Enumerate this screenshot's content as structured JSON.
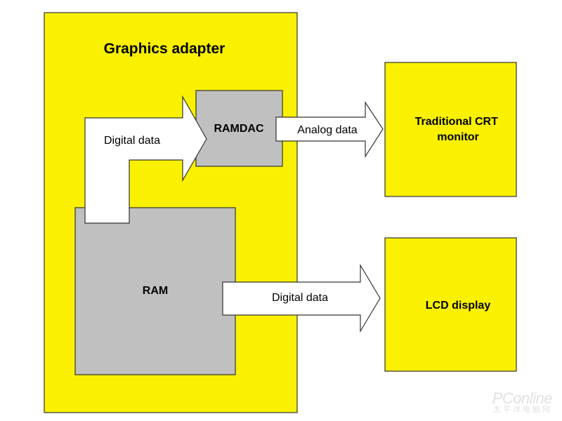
{
  "colors": {
    "adapter_fill": "#f9f100",
    "chip_fill": "#c0c0c0",
    "output_fill": "#f9f100",
    "arrow_fill": "#ffffff",
    "outline": "#333333",
    "text": "#000000"
  },
  "adapter": {
    "title": "Graphics adapter"
  },
  "ramdac": {
    "label": "RAMDAC"
  },
  "ram": {
    "label": "RAM"
  },
  "crt": {
    "line1": "Traditional CRT",
    "line2": "monitor"
  },
  "lcd": {
    "label": "LCD display"
  },
  "arrows": {
    "ram_to_ramdac": "Digital data",
    "ramdac_to_crt": "Analog data",
    "ram_to_lcd": "Digital data"
  },
  "watermark": {
    "logo": "PConline",
    "sub": "太平洋电脑网"
  }
}
